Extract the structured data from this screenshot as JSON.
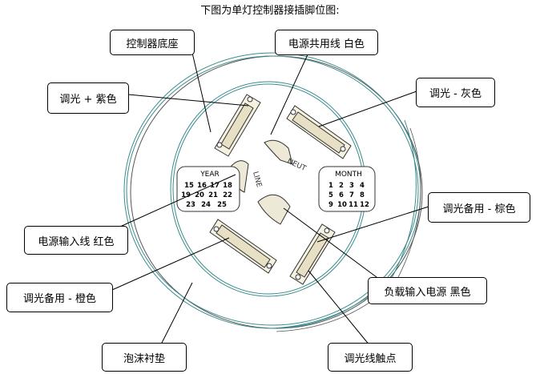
{
  "title": "下图为单灯控制器接插脚位图:",
  "labels": {
    "base": "控制器底座",
    "power_common": "电源共用线 白色",
    "dim_plus": "调光 + 紫色",
    "dim_minus": "调光 - 灰色",
    "power_input": "电源输入线 红色",
    "dim_spare_brown": "调光备用 - 棕色",
    "dim_spare_orange": "调光备用 - 橙色",
    "load_input": "负载输入电源 黑色",
    "foam_pad": "泡沫衬垫",
    "dim_contact": "调光线触点"
  },
  "dial_year": {
    "title": "YEAR",
    "rows": [
      [
        "15",
        "16",
        "17",
        "18"
      ],
      [
        "19",
        "20",
        "21",
        "22"
      ],
      [
        "23",
        "24",
        "25"
      ]
    ]
  },
  "dial_month": {
    "title": "MONTH",
    "rows": [
      [
        "1",
        "2",
        "3",
        "4"
      ],
      [
        "5",
        "6",
        "7",
        "8"
      ],
      [
        "9",
        "10",
        "11",
        "12"
      ]
    ]
  },
  "terminal_marks": {
    "line": "LINE",
    "neut": "NEUT"
  }
}
